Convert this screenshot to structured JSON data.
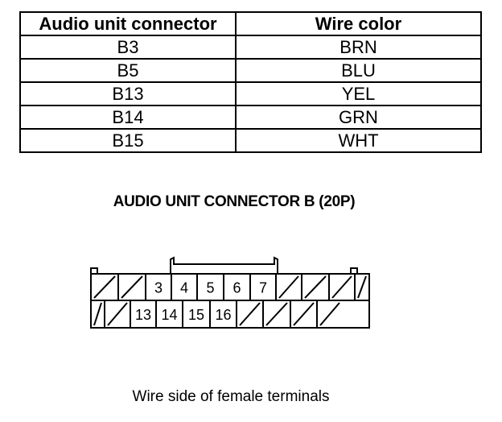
{
  "table": {
    "headers": [
      "Audio unit connector",
      "Wire color"
    ],
    "rows": [
      [
        "B3",
        "BRN"
      ],
      [
        "B5",
        "BLU"
      ],
      [
        "B13",
        "YEL"
      ],
      [
        "B14",
        "GRN"
      ],
      [
        "B15",
        "WHT"
      ]
    ]
  },
  "connector": {
    "title": "AUDIO UNIT CONNECTOR B (20P)",
    "top_row": [
      "",
      "",
      "3",
      "4",
      "5",
      "6",
      "7",
      "",
      "",
      "",
      ""
    ],
    "bottom_row": [
      "",
      "",
      "13",
      "14",
      "15",
      "16",
      "",
      "",
      "",
      ""
    ]
  },
  "caption": "Wire side of female terminals"
}
